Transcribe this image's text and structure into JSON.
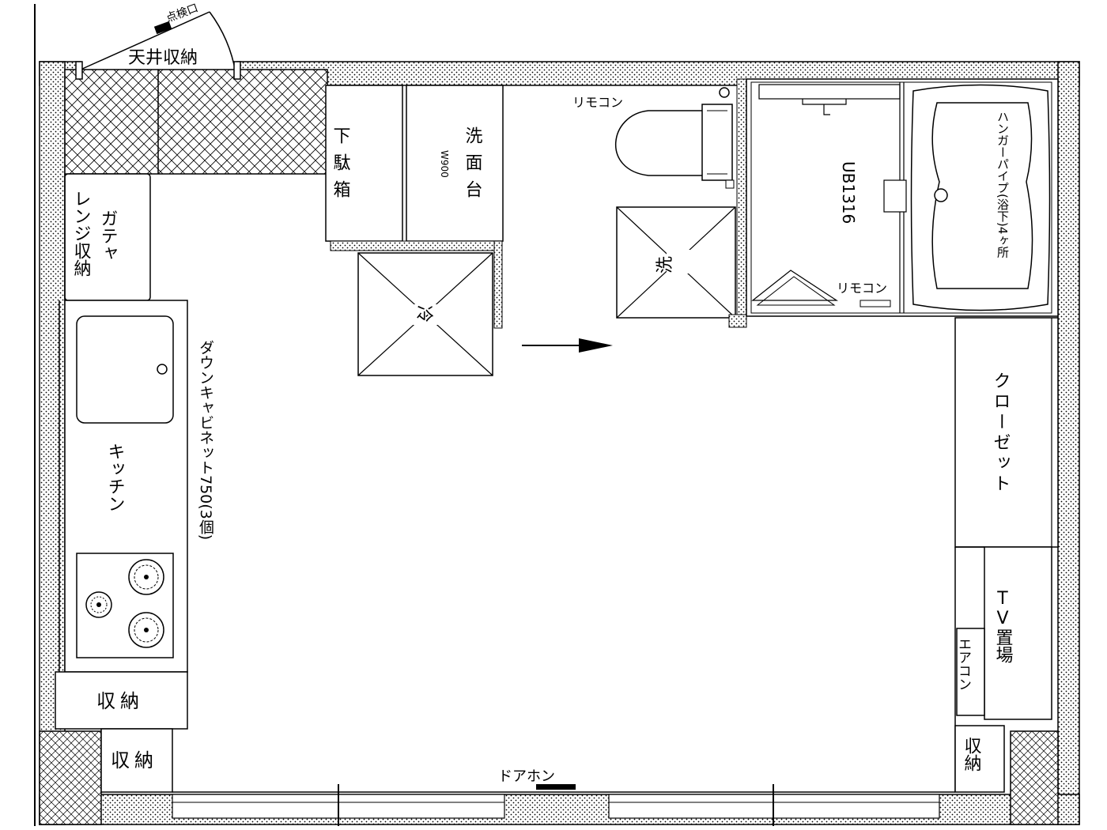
{
  "labels": {
    "ceiling_storage": "天井収納",
    "inspection_hatch": "点検口",
    "range_storage_line1": "レンジ収納",
    "range_storage_line2": "ガテャ",
    "kitchen": "キッチン",
    "down_cabinet": "ダウンキャビネット750(3個)",
    "storage_1": "収納",
    "storage_2": "収納",
    "storage_3": "収納",
    "shoe_box": "下駄箱",
    "washbasin": "洗面台",
    "washbasin_width": "W900",
    "fridge": "冷",
    "washer": "洗",
    "remote_1": "リモコン",
    "remote_2": "リモコン",
    "unit_bath": "UB1316",
    "hanger_pipe": "ハンガーパイプ(浴下)4ヶ所",
    "closet": "クローゼット",
    "aircon": "エアコン",
    "tv": "TV置場",
    "door_phone": "ドアホン"
  }
}
